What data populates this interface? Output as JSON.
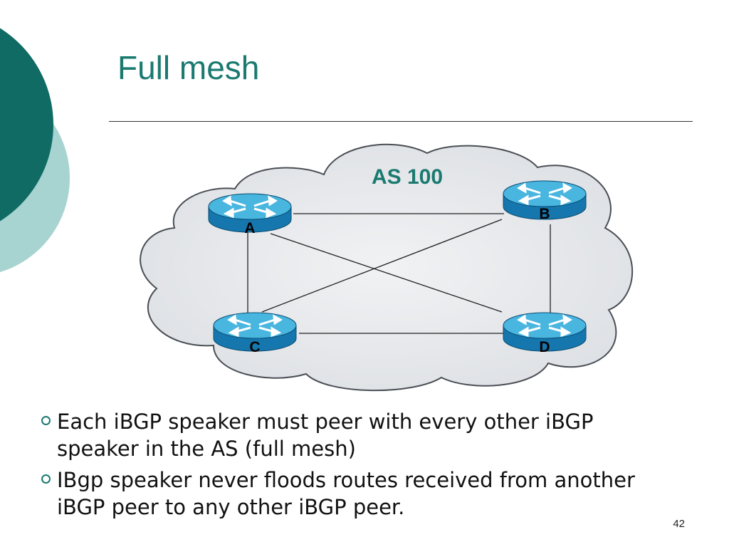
{
  "slide": {
    "title": "Full mesh",
    "page_number": "42",
    "colors": {
      "accent": "#1a7a70",
      "dark_teal": "#0f6b63",
      "light_teal": "#a7d3d0",
      "router_blue": "#2f9ec9"
    }
  },
  "diagram": {
    "as_label": "AS 100",
    "routers": [
      {
        "id": "A",
        "label": "A"
      },
      {
        "id": "B",
        "label": "B"
      },
      {
        "id": "C",
        "label": "C"
      },
      {
        "id": "D",
        "label": "D"
      }
    ],
    "links": [
      [
        "A",
        "B"
      ],
      [
        "A",
        "C"
      ],
      [
        "A",
        "D"
      ],
      [
        "B",
        "C"
      ],
      [
        "B",
        "D"
      ],
      [
        "C",
        "D"
      ]
    ]
  },
  "bullets": [
    "Each iBGP speaker must peer with every other iBGP speaker in the AS (full mesh)",
    "IBgp speaker never floods routes received from another iBGP peer to any other iBGP peer."
  ]
}
